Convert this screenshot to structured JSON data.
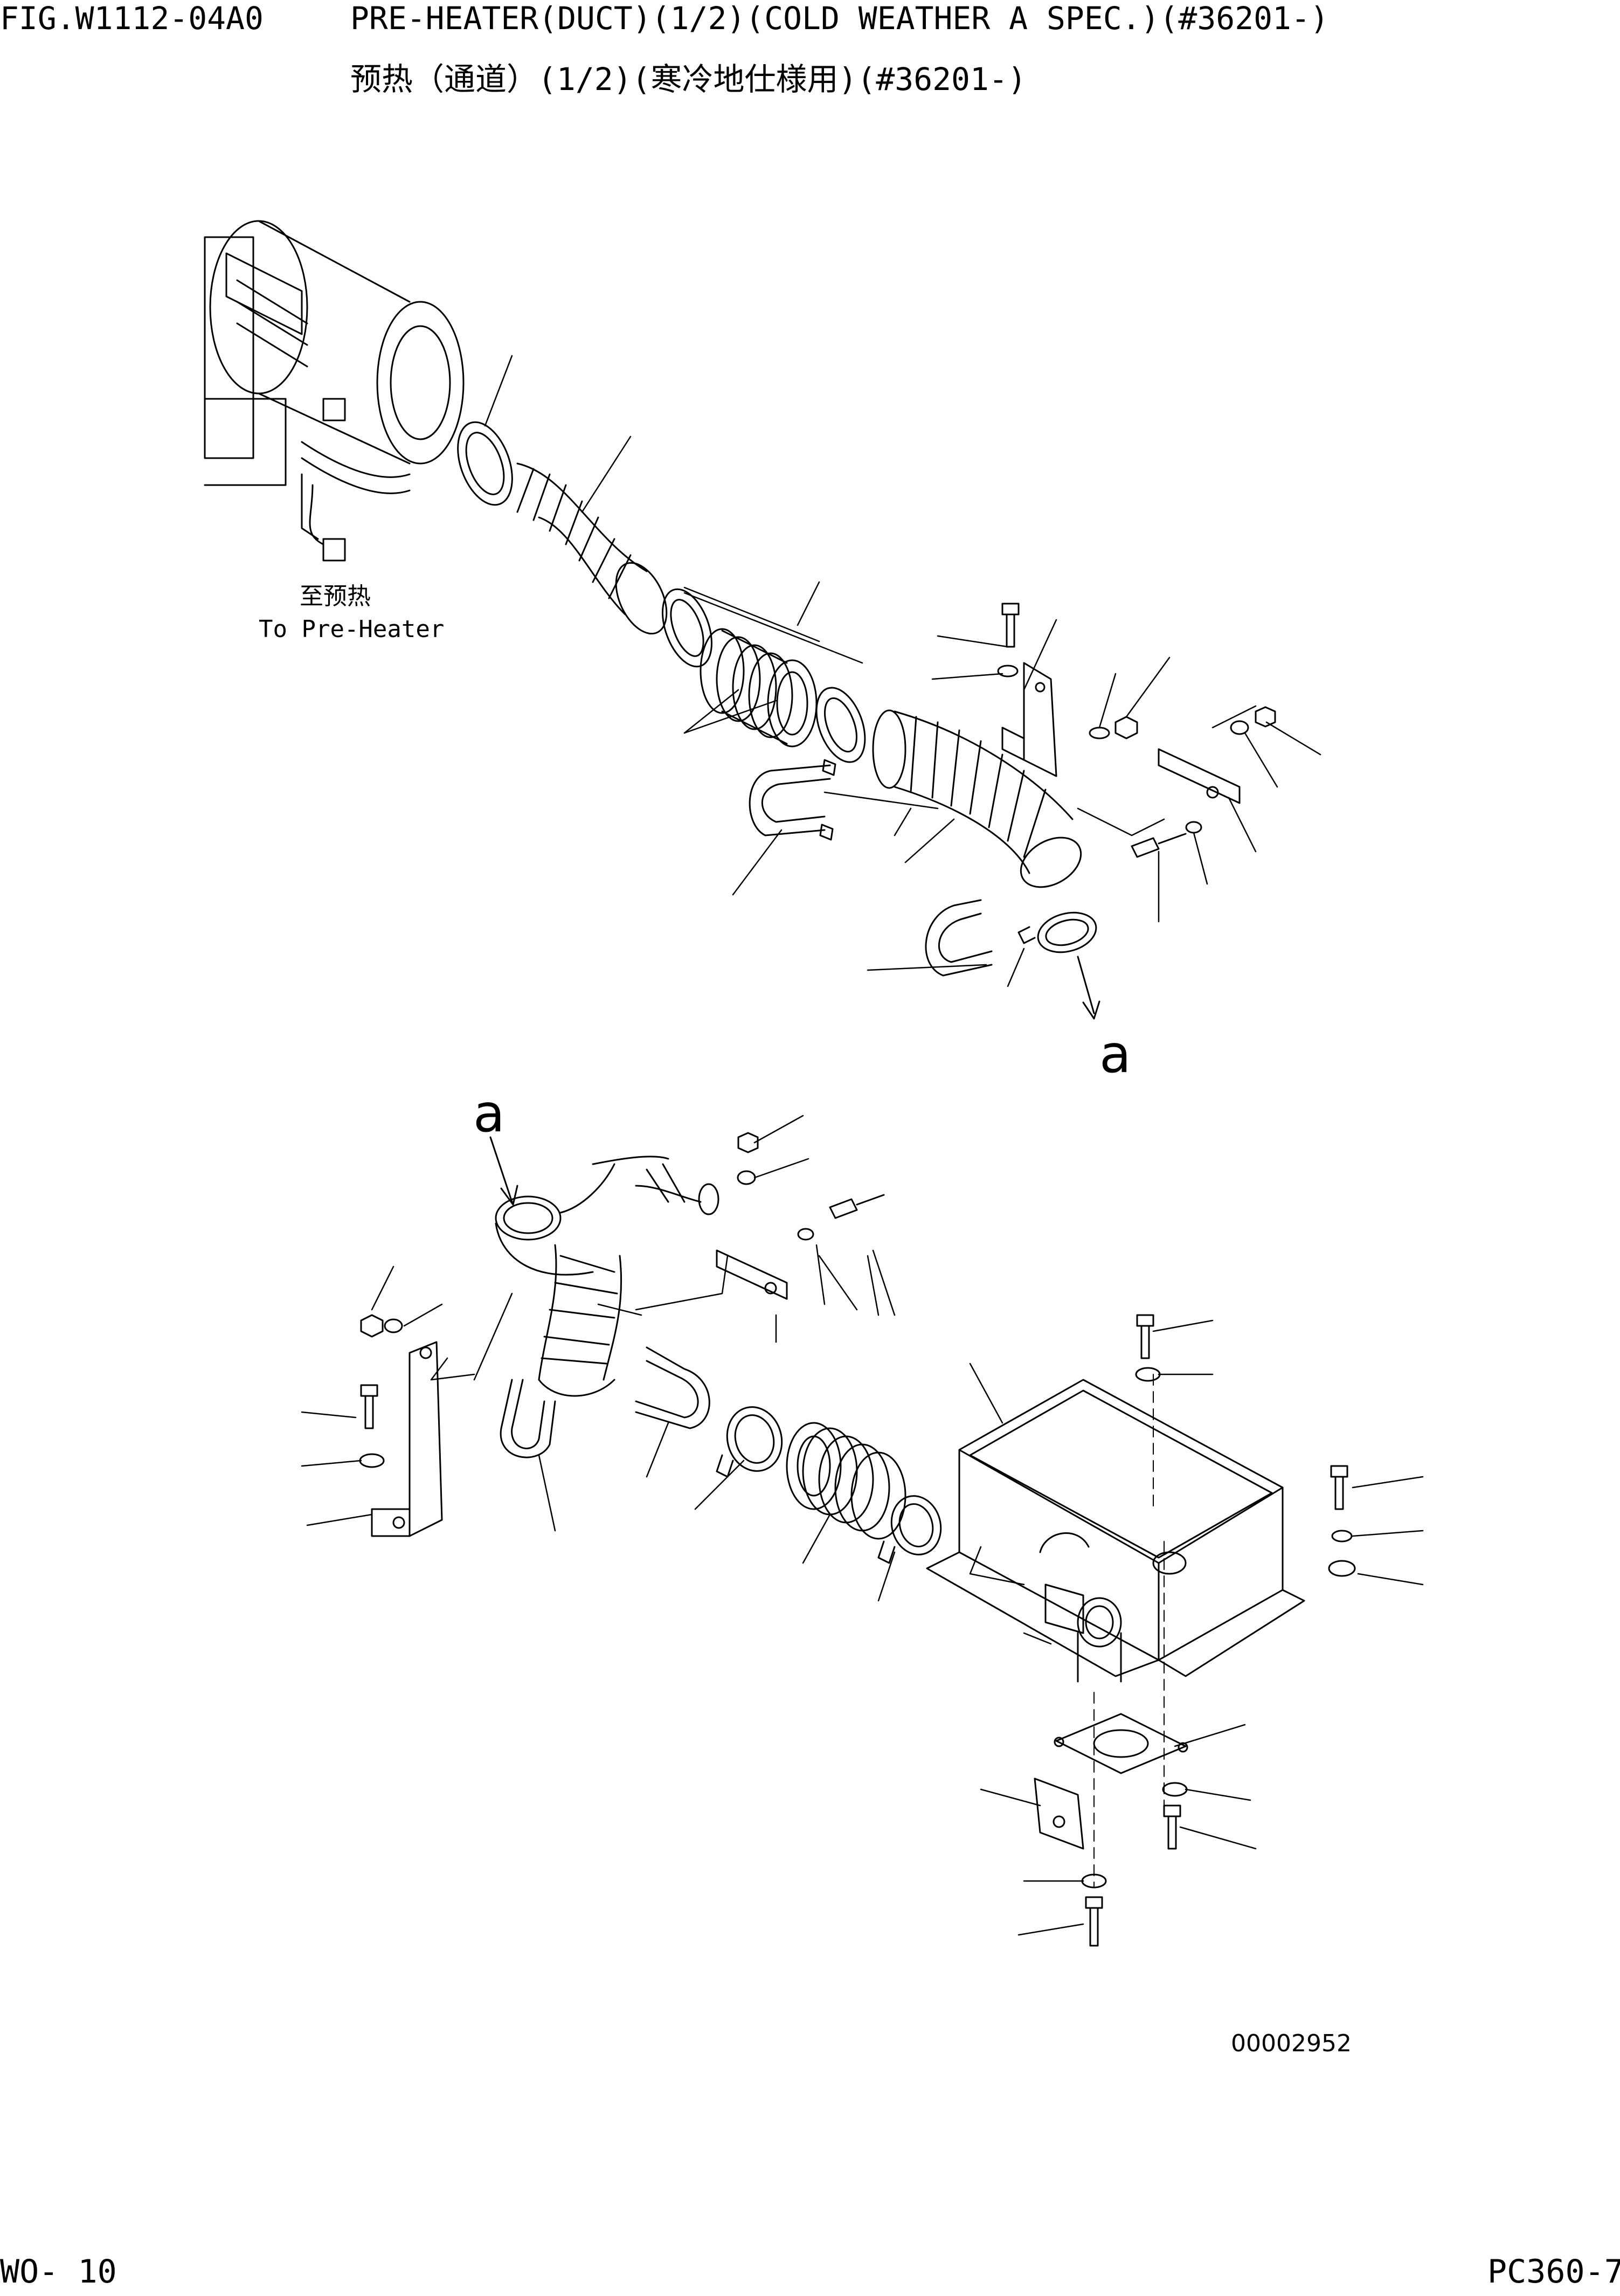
{
  "header": {
    "figure_code": "FIG.W1112-04A0",
    "title_en": "PRE-HEATER(DUCT)(1/2)(COLD WEATHER A SPEC.)(#36201-)",
    "title_cn": "预热（通道）(1/2)(寒冷地仕様用)(#36201-)"
  },
  "diagram": {
    "label_cn": "至预热",
    "label_en": "To Pre-Heater",
    "callout_top": "a",
    "callout_bottom": "a",
    "drawing_id": "00002952"
  },
  "footer": {
    "page": "WO-  10",
    "model": "PC360-7"
  }
}
